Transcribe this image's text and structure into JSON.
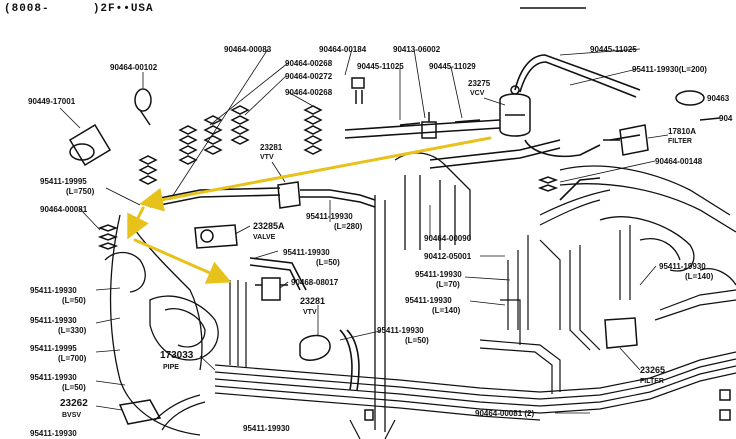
{
  "header": {
    "code_left": "(8008-",
    "code_right": ")2F••USA"
  },
  "colors": {
    "ink": "#111111",
    "highlight_arrow": "#e6c21a",
    "background": "#ffffff"
  },
  "labels": {
    "p90464_00083": "90464-00083",
    "p90464_00184": "90464-00184",
    "p90413_06002": "90413-06002",
    "p90445_11025_top_right": "90445-11025",
    "p90464_00102": "90464-00102",
    "p90464_00268_a": "90464-00268",
    "p90445_11025_mid": "90445-11025",
    "p90445_11029": "90445-11029",
    "p95411_19930_l200": "95411-19930(L=200)",
    "p90464_00272": "90464-00272",
    "p23275": "23275",
    "p23275_name": "VCV",
    "p90464_00268_b": "90464-00268",
    "p90449_17001": "90449-17001",
    "p90463_cut": "90463",
    "p904_cut": "904",
    "p17810a": "17810A",
    "p17810a_name": "FILTER",
    "p23281_top": "23281",
    "p23281_top_name": "VTV",
    "p90464_00148": "90464-00148",
    "p95411_19995_l750": "95411-19995",
    "p95411_19995_l750_len": "(L=750)",
    "p90464_00081": "90464-00081",
    "p95411_19930_l280": "95411-19930",
    "p95411_19930_l280_len": "(L=280)",
    "p23285a": "23285A",
    "p23285a_name": "VALVE",
    "p90464_00090": "90464-00090",
    "p90412_05001": "90412-05001",
    "p95411_19930_l50_a": "95411-19930",
    "p95411_19930_l50_a_len": "(L=50)",
    "p95411_19930_l70": "95411-19930",
    "p95411_19930_l70_len": "(L=70)",
    "p95411_19930_l140_right": "95411-19930",
    "p95411_19930_l140_right_len": "(L=140)",
    "p90468_08017": "90468-08017",
    "p95411_19930_l50_left": "95411-19930",
    "p95411_19930_l50_left_len": "(L=50)",
    "p95411_19930_l140_mid": "95411-19930",
    "p95411_19930_l140_mid_len": "(L=140)",
    "p23281_mid": "23281",
    "p23281_mid_name": "VTV",
    "p95411_19930_l330": "95411-19930",
    "p95411_19930_l330_len": "(L=330)",
    "p95411_19930_l50_b": "95411-19930",
    "p95411_19930_l50_b_len": "(L=50)",
    "p95411_19995_l700": "95411-19995",
    "p95411_19995_l700_len": "(L=700)",
    "p173033": "173033",
    "p173033_name": "PIPE",
    "p95411_19930_l50_c": "95411-19930",
    "p95411_19930_l50_c_len": "(L=50)",
    "p23265": "23265",
    "p23265_name": "FILTER",
    "p23262": "23262",
    "p23262_name": "BVSV",
    "p90464_00081_2": "90464-00081 (2)",
    "p95411_19930_bottom_left": "95411-19930",
    "p95411_19930_bottom_mid": "95411-19930"
  }
}
